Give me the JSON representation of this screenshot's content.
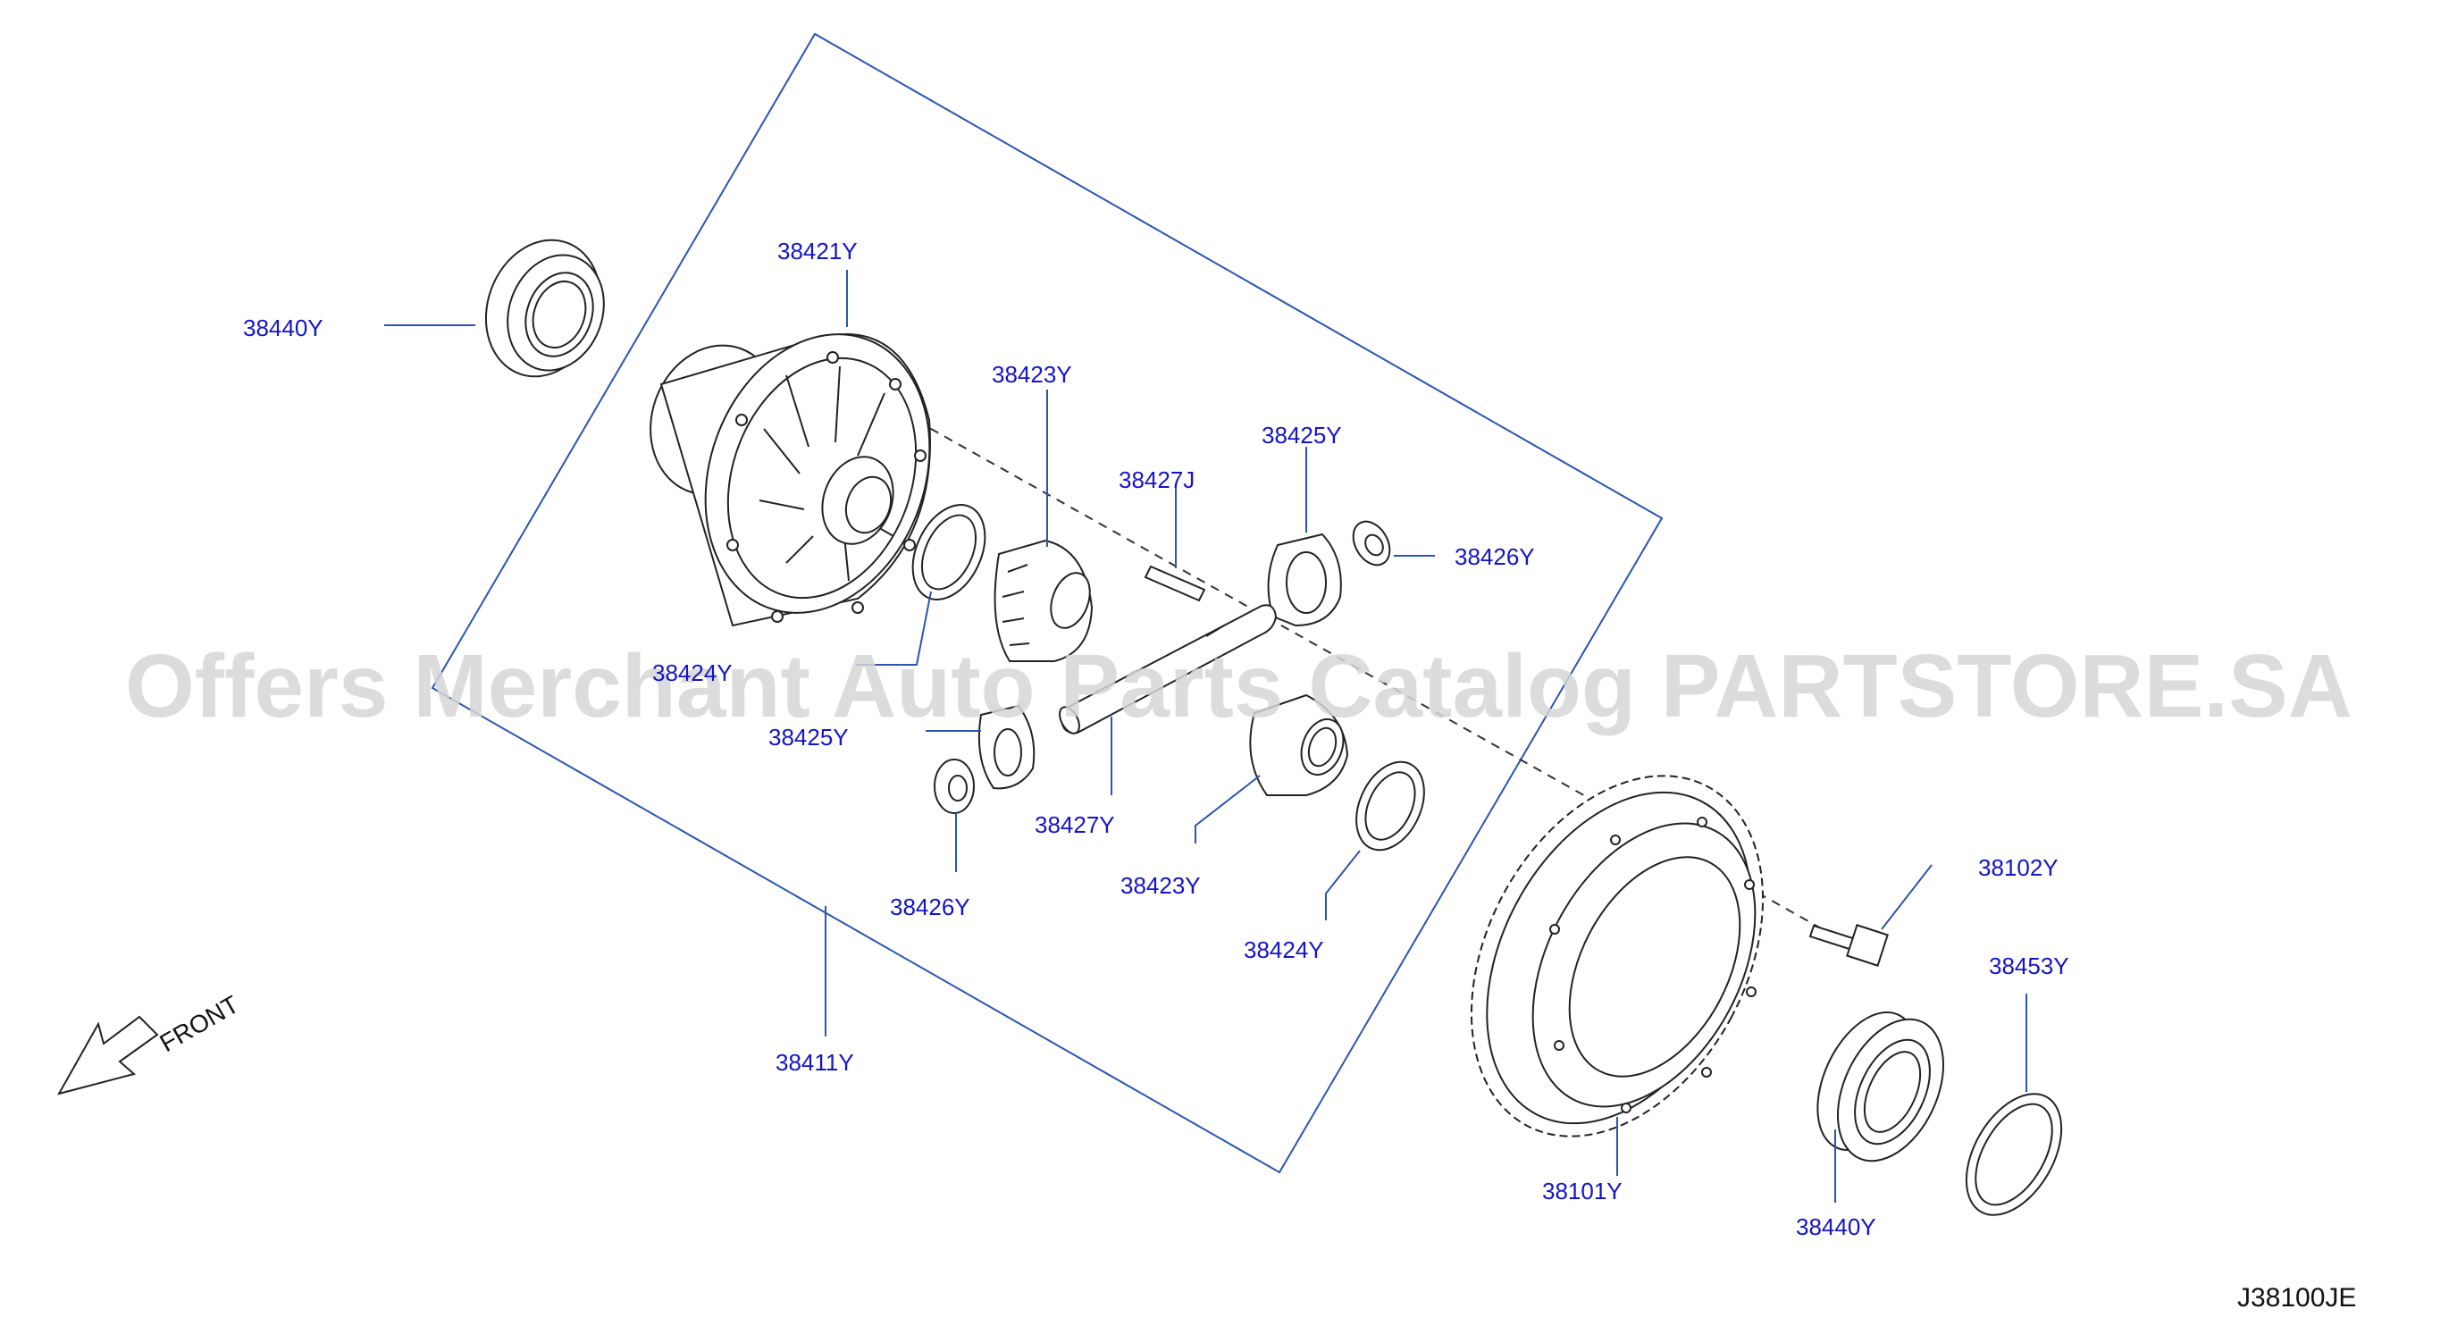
{
  "watermark": "Offers Merchant Auto Parts Catalog PARTSTORE.SA",
  "diagram_code": "J38100JE",
  "front_label": "FRONT",
  "labels": {
    "bearing_left": "38440Y",
    "case": "38421Y",
    "side_gear_top": "38423Y",
    "pin_top": "38427J",
    "pinion_top": "38425Y",
    "pinion_washer_right": "38426Y",
    "washer_left": "38424Y",
    "pinion_left": "38425Y",
    "shaft": "38427Y",
    "pinion_washer_bottom": "38426Y",
    "side_gear_bottom": "38423Y",
    "washer_bottom": "38424Y",
    "assembly": "38411Y",
    "ring_gear": "38101Y",
    "bolt": "38102Y",
    "shim": "38453Y",
    "bearing_right": "38440Y"
  }
}
